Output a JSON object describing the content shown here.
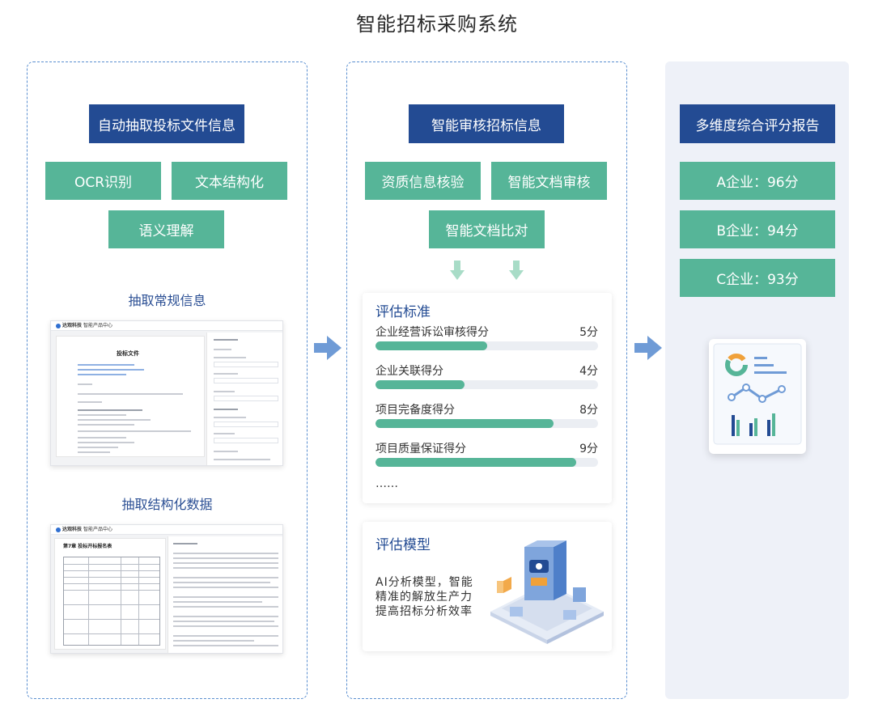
{
  "page": {
    "title": "智能招标采购系统"
  },
  "left": {
    "header": "自动抽取投标文件信息",
    "chips": [
      "OCR识别",
      "文本结构化",
      "语义理解"
    ],
    "section1": "抽取常规信息",
    "section2": "抽取结构化数据",
    "doc1": {
      "brand": "达观科技",
      "app": "智能产品中心",
      "title": "投标文件"
    },
    "doc2": {
      "brand": "达观科技",
      "app": "智能产品中心",
      "title": "第7章 投标开标报名表"
    }
  },
  "middle": {
    "header": "智能审核招标信息",
    "chips": [
      "资质信息核验",
      "智能文档审核",
      "智能文档比对"
    ],
    "criteria": {
      "title": "评估标准",
      "items": [
        {
          "label": "企业经营诉讼审核得分",
          "score": "5分",
          "fraction": 0.5
        },
        {
          "label": "企业关联得分",
          "score": "4分",
          "fraction": 0.4
        },
        {
          "label": "项目完备度得分",
          "score": "8分",
          "fraction": 0.8
        },
        {
          "label": "项目质量保证得分",
          "score": "9分",
          "fraction": 0.9
        }
      ],
      "more": "……"
    },
    "model": {
      "title": "评估模型",
      "lines": [
        "AI分析模型，智能",
        "精准的解放生产力",
        "提高招标分析效率"
      ]
    }
  },
  "right": {
    "header": "多维度综合评分报告",
    "results": [
      "A企业：96分",
      "B企业：94分",
      "C企业：93分"
    ]
  },
  "colors": {
    "navy": "#234b93",
    "green": "#56b598",
    "arrow": "#6f9bd6",
    "panel": "#eef1f8"
  },
  "icons": [
    "right-arrow-icon",
    "down-arrow-icon",
    "report-chart-icon",
    "ai-model-illustration"
  ]
}
